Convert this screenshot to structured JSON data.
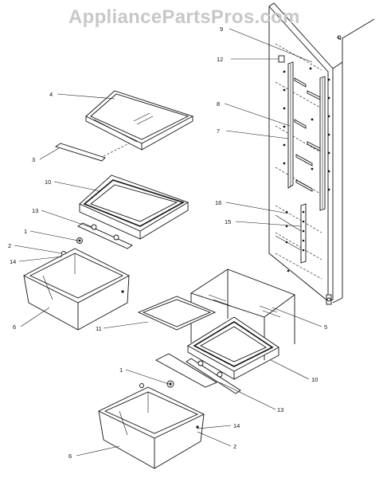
{
  "watermark": "AppliancePartsPros.com",
  "callouts": {
    "c9": "9",
    "c12": "12",
    "c8": "8",
    "c7": "7",
    "c16": "16",
    "c15": "15",
    "c4": "4",
    "c3": "3",
    "c10a": "10",
    "c13a": "13",
    "c1a": "1",
    "c2a": "2",
    "c14a": "14",
    "c6a": "6",
    "c11": "11",
    "c5": "5",
    "c10b": "10",
    "c1b": "1",
    "c13b": "13",
    "c14b": "14",
    "c2b": "2",
    "c6b": "6"
  }
}
